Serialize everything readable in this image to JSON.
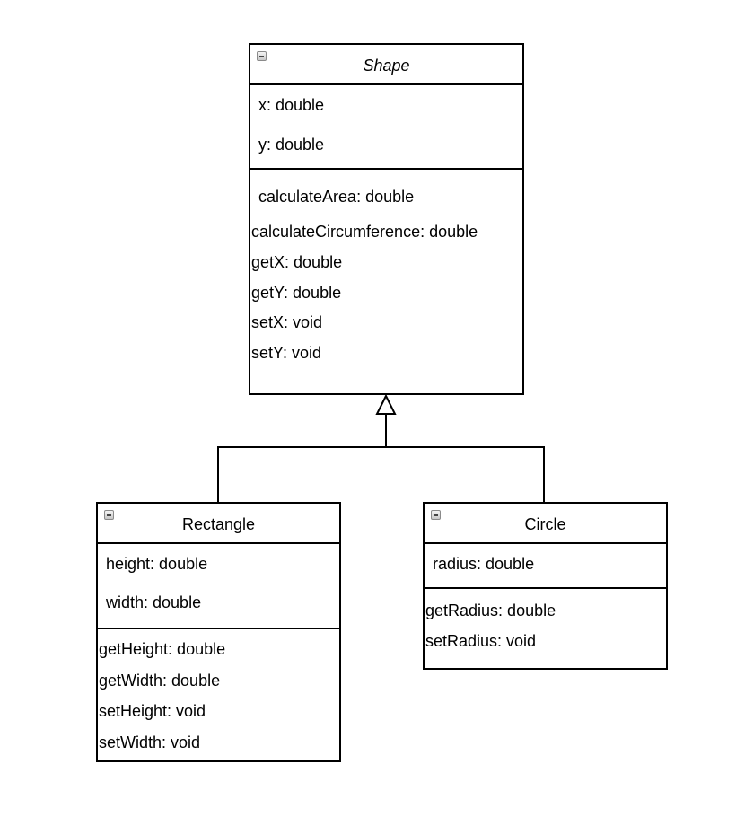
{
  "classes": {
    "shape": {
      "name": "Shape",
      "abstract": true,
      "attributes": [
        "x: double",
        "y: double"
      ],
      "methods": [
        "calculateArea: double",
        "calculateCircumference: double",
        "getX: double",
        "getY: double",
        "setX: void",
        "setY: void"
      ]
    },
    "rectangle": {
      "name": "Rectangle",
      "attributes": [
        "height: double",
        "width: double"
      ],
      "methods": [
        "getHeight: double",
        "getWidth: double",
        "setHeight: void",
        "setWidth: void"
      ]
    },
    "circle": {
      "name": "Circle",
      "attributes": [
        "radius: double"
      ],
      "methods": [
        "getRadius: double",
        "setRadius: void"
      ]
    }
  },
  "relations": [
    {
      "type": "generalization",
      "from": "Rectangle",
      "to": "Shape"
    },
    {
      "type": "generalization",
      "from": "Circle",
      "to": "Shape"
    }
  ],
  "icons": {
    "collapse": "minus-square-icon"
  }
}
